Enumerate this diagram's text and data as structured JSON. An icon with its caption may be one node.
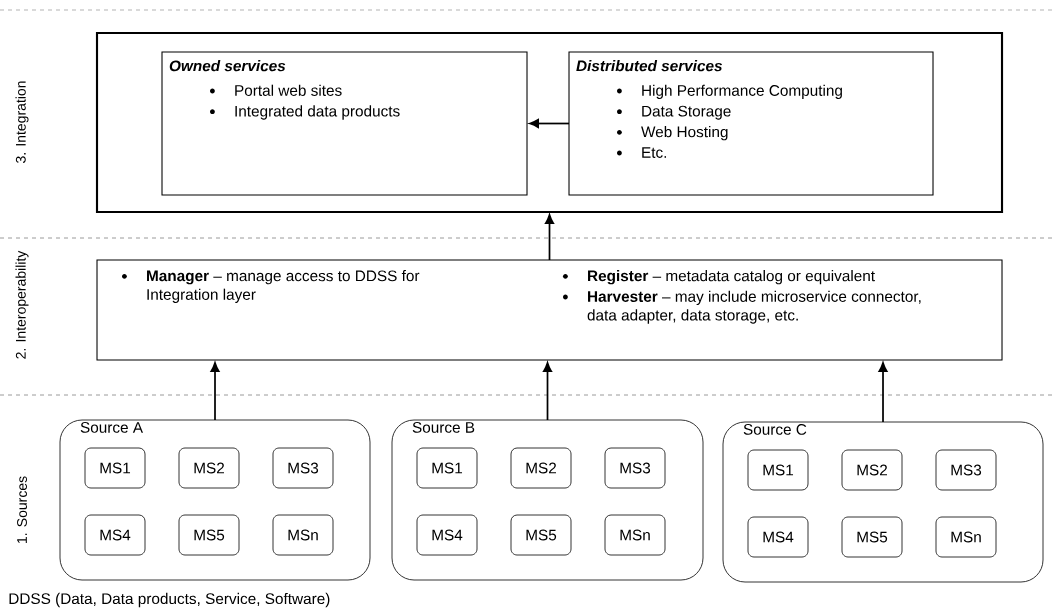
{
  "diagram": {
    "nodes": [
      {
        "text": [],
        "shape": "box"
      },
      {
        "text": [
          "Owned services",
          "Portal web sites",
          "Integrated data products"
        ],
        "in": 0
      },
      {
        "text": [
          "Distributed services",
          "High Performance Computing",
          "Data Storage",
          "Web Hosting",
          "Etc."
        ],
        "in": 0
      },
      {
        "text": [
          "**Manager** – manage access to DDSS for Integration layer",
          "**Register**  – metadata catalog or equivalent",
          "**Harvester** – may include microservice connector, data adapter, data storage, etc."
        ]
      },
      {
        "text": [
          "Source A"
        ]
      },
      {
        "text": [
          "MS1"
        ],
        "in": 4
      },
      {
        "text": [
          "MS2"
        ],
        "in": 4
      },
      {
        "text": [
          "MS3"
        ],
        "in": 4
      },
      {
        "text": [
          "MS4"
        ],
        "in": 4
      },
      {
        "text": [
          "MS5"
        ],
        "in": 4
      },
      {
        "text": [
          "MSn"
        ],
        "in": 4
      },
      {
        "text": [
          "Source B"
        ]
      },
      {
        "text": [
          "MS1"
        ],
        "in": 11
      },
      {
        "text": [
          "MS2"
        ],
        "in": 11
      },
      {
        "text": [
          "MS3"
        ],
        "in": 11
      },
      {
        "text": [
          "MS4"
        ],
        "in": 11
      },
      {
        "text": [
          "MS5"
        ],
        "in": 11
      },
      {
        "text": [
          "MSn"
        ],
        "in": 11
      },
      {
        "text": [
          "Source C"
        ]
      },
      {
        "text": [
          "MS1"
        ],
        "in": 18
      },
      {
        "text": [
          "MS2"
        ],
        "in": 18
      },
      {
        "text": [
          "MS3"
        ],
        "in": 18
      },
      {
        "text": [
          "MS4"
        ],
        "in": 18
      },
      {
        "text": [
          "MS5"
        ],
        "in": 18
      },
      {
        "text": [
          "MSn"
        ],
        "in": 18
      }
    ],
    "edges": [
      {
        "from": 2,
        "to": 1,
        "arrow": "to"
      },
      {
        "from": 3,
        "to": 0,
        "arrow": "to"
      },
      {
        "from": 4,
        "to": 3,
        "arrow": "to"
      },
      {
        "from": 11,
        "to": 3,
        "arrow": "to"
      },
      {
        "from": 18,
        "to": 3,
        "arrow": "to"
      }
    ],
    "labels": [
      "3. Integration",
      "2. Interoperability",
      "1. Sources",
      "DDSS (Data, Data products, Service, Software)"
    ]
  }
}
